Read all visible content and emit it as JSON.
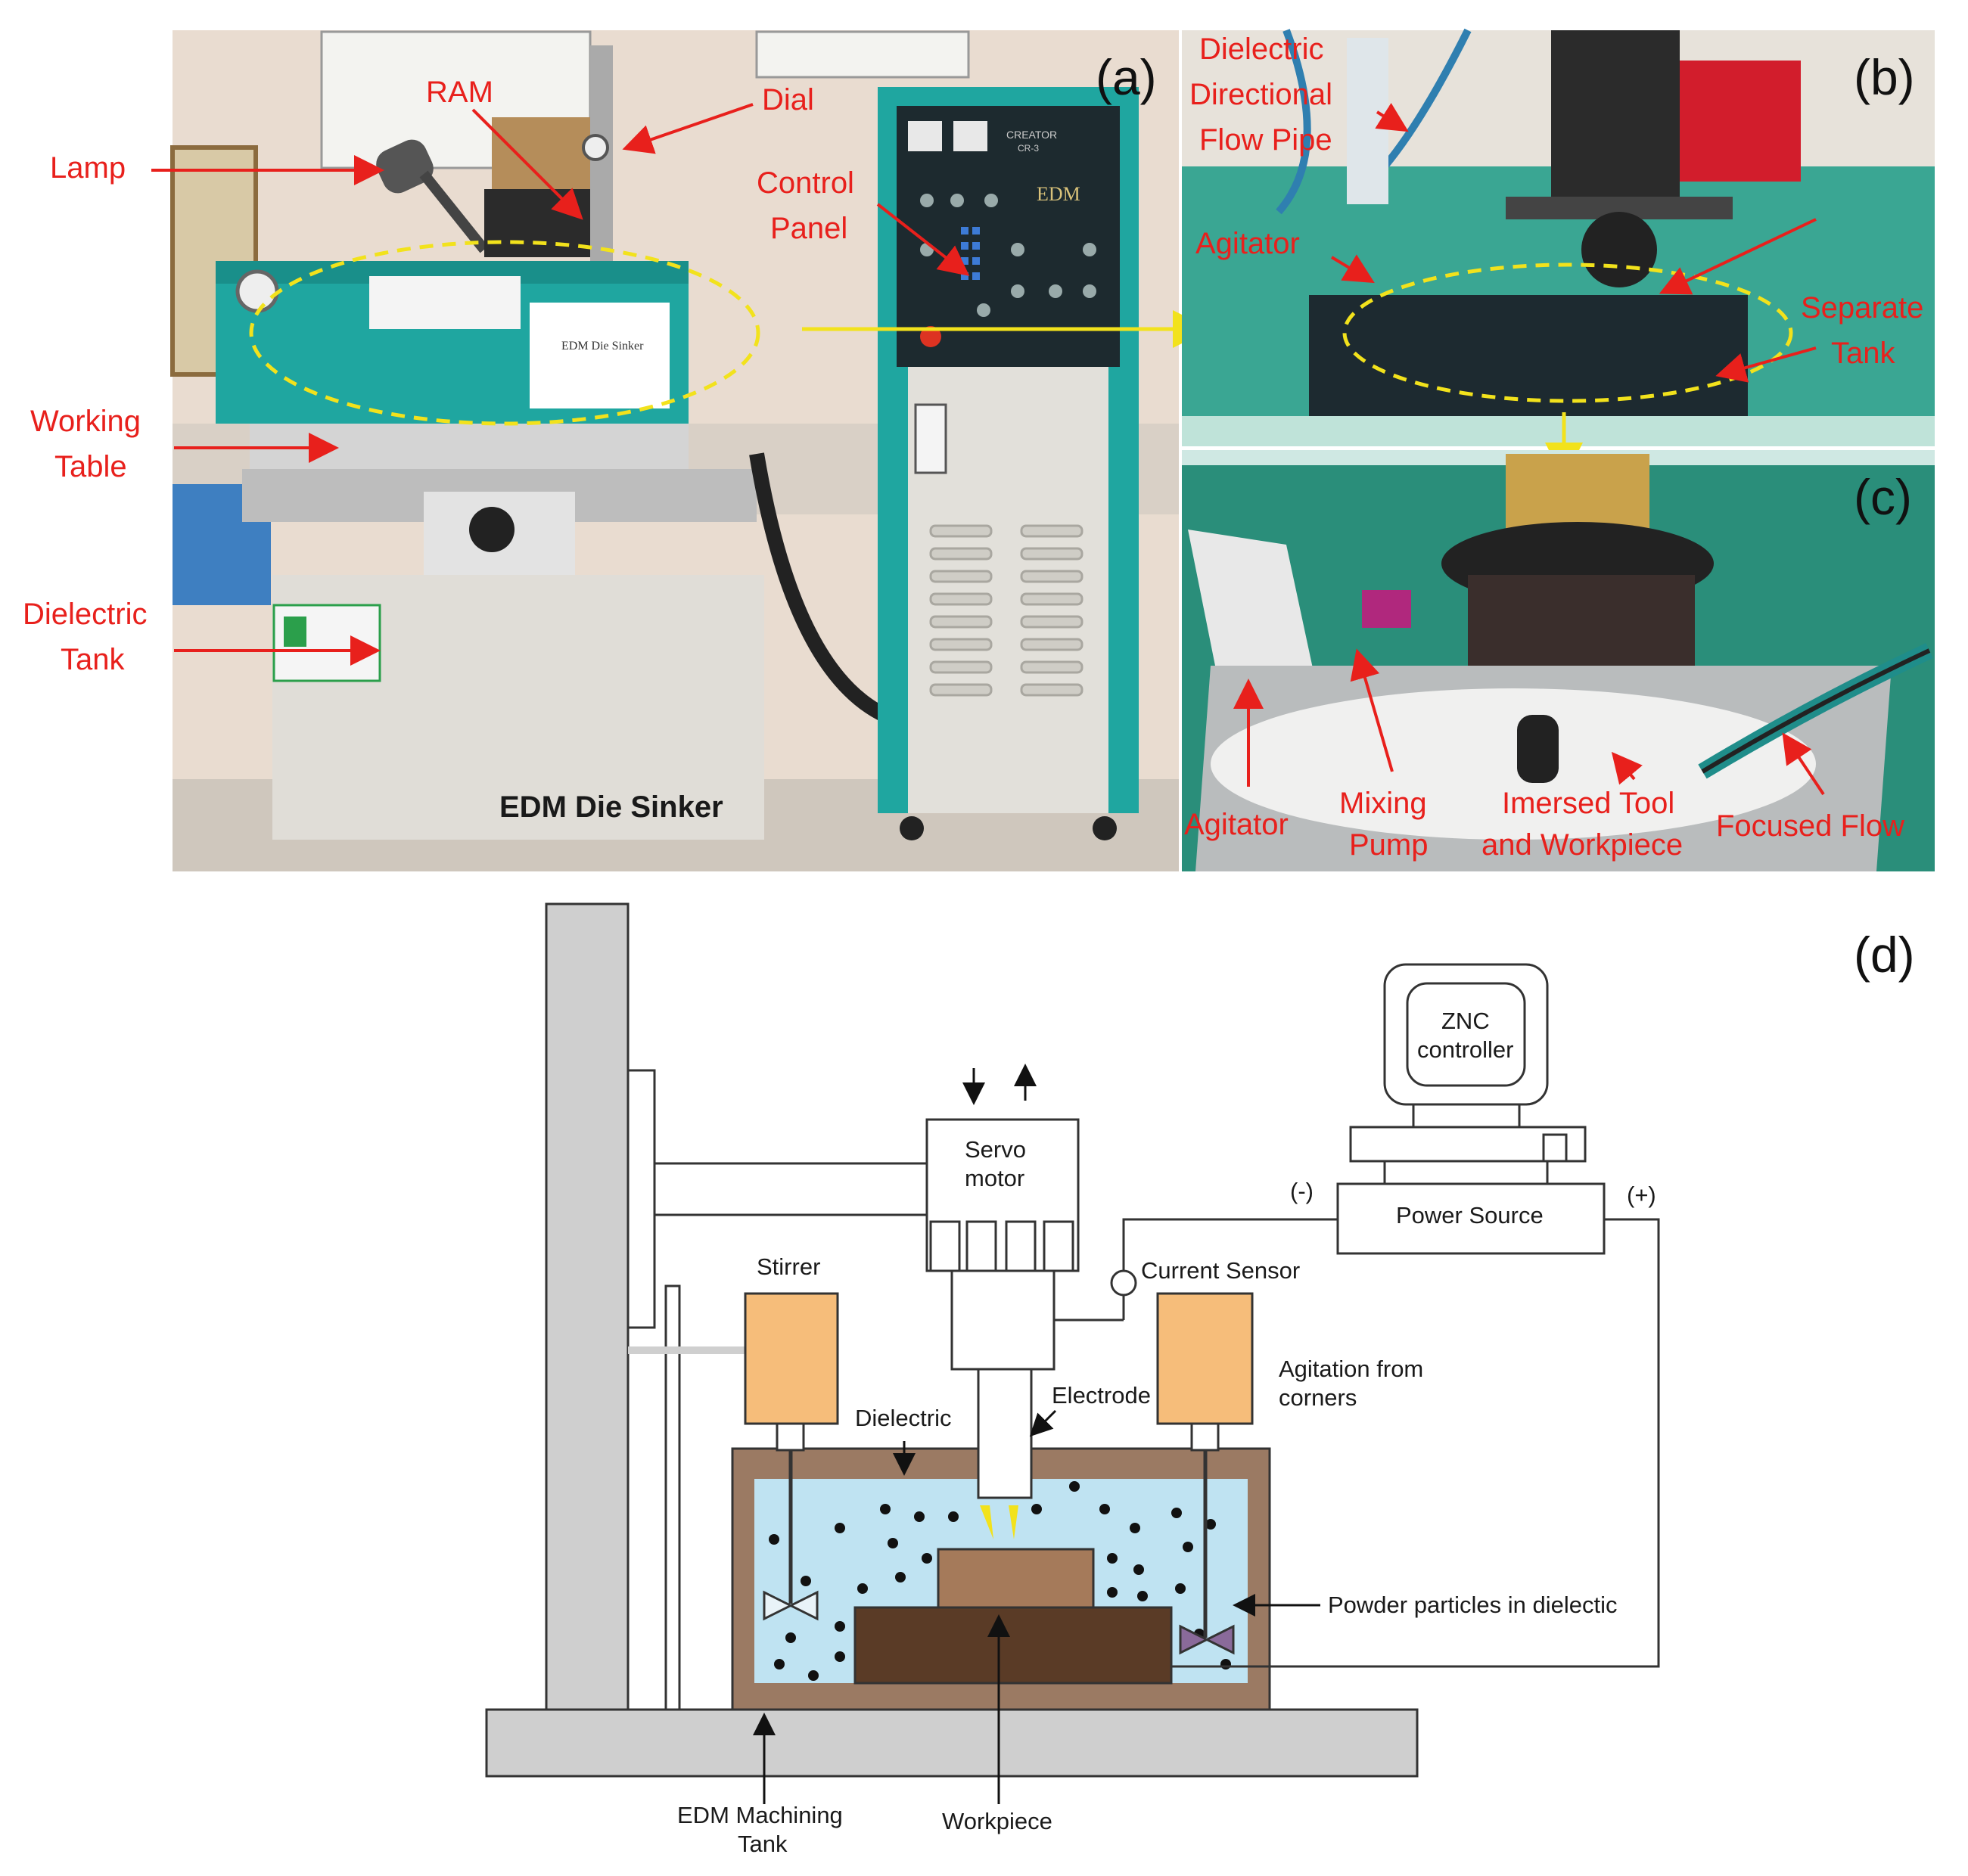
{
  "colors": {
    "label_red": "#e8201c",
    "machine_teal": "#1fa6a0",
    "dielectric_blue": "#bfe3f2",
    "motor_orange": "#f6bd7a",
    "workpiece_dark": "#5a3b26",
    "electrode_tool": "#a57a5a",
    "tank_wall": "#9b7a63",
    "base_gray": "#cfcfcf"
  },
  "panels": {
    "a": {
      "letter": "(a)",
      "labels": {
        "ram": "RAM",
        "dial": "Dial",
        "lamp": "Lamp",
        "control_1": "Control",
        "control_2": "Panel",
        "working_1": "Working",
        "working_2": "Table",
        "dielectric_1": "Dielectric",
        "dielectric_2": "Tank",
        "machine_name": "EDM Die Sinker"
      },
      "panel_text": {
        "brand": "CREATOR",
        "model": "CR-3",
        "edm": "EDM"
      }
    },
    "b": {
      "letter": "(b)",
      "labels": {
        "pipe_1": "Dielectric",
        "pipe_2": "Directional",
        "pipe_3": "Flow Pipe",
        "agitator": "Agitator",
        "separate_1": "Separate",
        "separate_2": "Tank"
      }
    },
    "c": {
      "letter": "(c)",
      "labels": {
        "agitator": "Agitator",
        "mixing_1": "Mixing",
        "mixing_2": "Pump",
        "immersed_1": "Imersed Tool",
        "immersed_2": "and Workpiece",
        "focused": "Focused Flow"
      }
    },
    "d": {
      "letter": "(d)",
      "labels": {
        "znc_1": "ZNC",
        "znc_2": "controller",
        "servo_1": "Servo",
        "servo_2": "motor",
        "power_source": "Power Source",
        "minus": "(-)",
        "plus": "(+)",
        "current_sensor": "Current Sensor",
        "stirrer": "Stirrer",
        "agitation_1": "Agitation from",
        "agitation_2": "corners",
        "dielectric": "Dielectric",
        "electrode": "Electrode",
        "powder": "Powder particles in dielectic",
        "tank_1": "EDM Machining",
        "tank_2": "Tank",
        "workpiece": "Workpiece"
      }
    }
  }
}
